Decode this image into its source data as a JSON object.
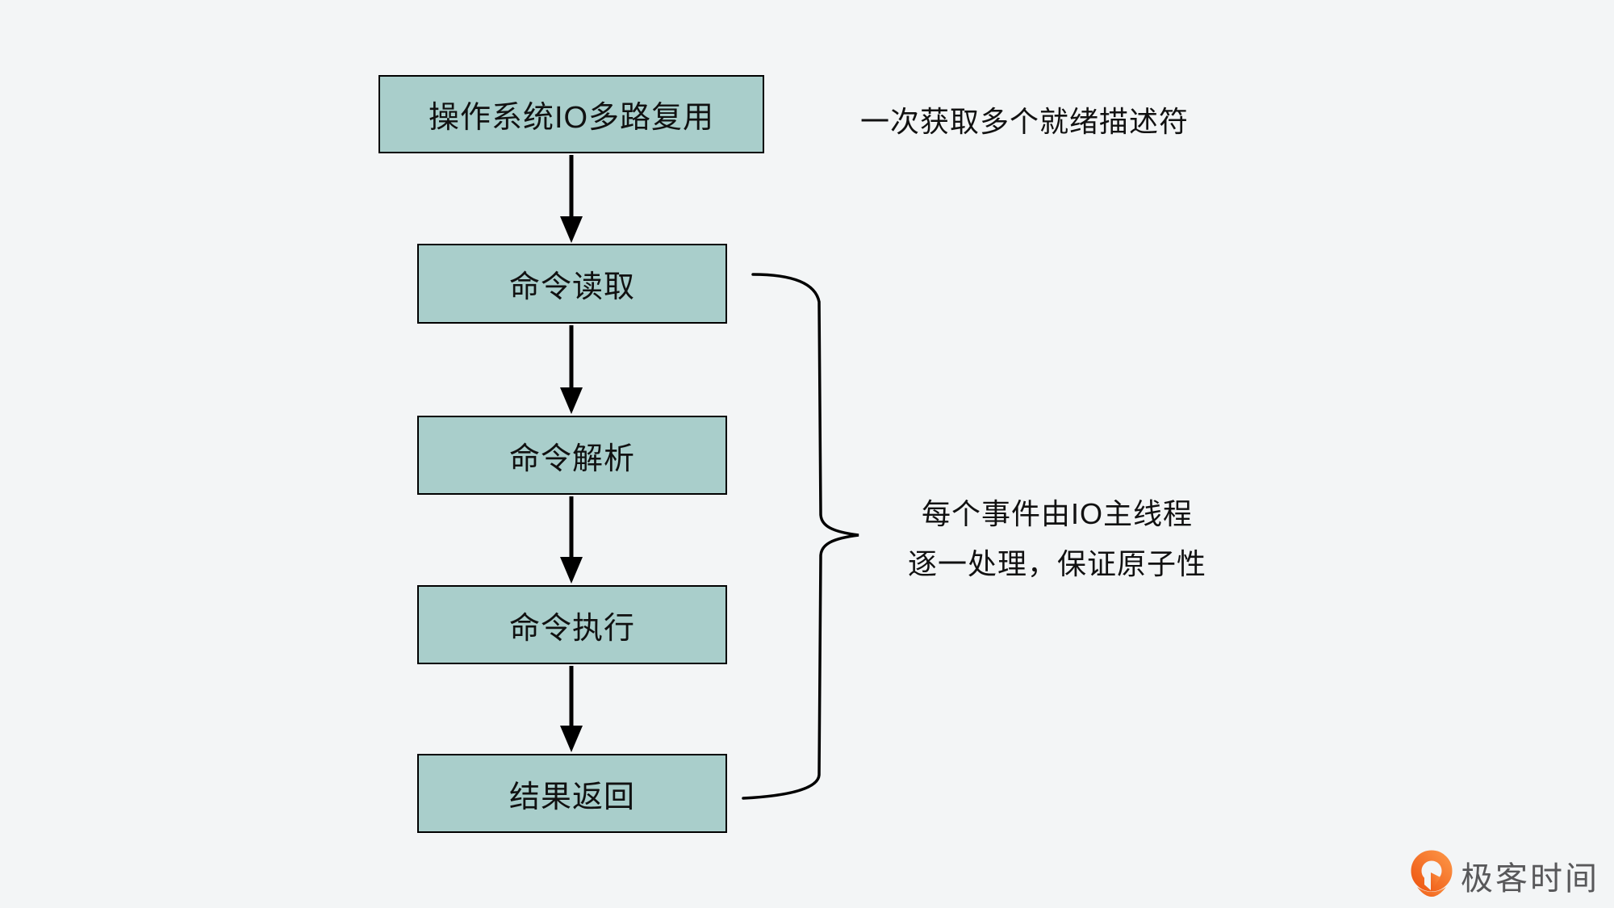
{
  "diagram": {
    "nodes": [
      {
        "id": "io-multiplexing",
        "label": "操作系统IO多路复用"
      },
      {
        "id": "command-read",
        "label": "命令读取"
      },
      {
        "id": "command-parse",
        "label": "命令解析"
      },
      {
        "id": "command-execute",
        "label": "命令执行"
      },
      {
        "id": "result-return",
        "label": "结果返回"
      }
    ],
    "edges": [
      {
        "from": "io-multiplexing",
        "to": "command-read"
      },
      {
        "from": "command-read",
        "to": "command-parse"
      },
      {
        "from": "command-parse",
        "to": "command-execute"
      },
      {
        "from": "command-execute",
        "to": "result-return"
      }
    ],
    "annotations": {
      "multiplexing_note": "一次获取多个就绪描述符",
      "atomicity_note_line1": "每个事件由IO主线程",
      "atomicity_note_line2": "逐一处理，保证原子性"
    },
    "brace_group": [
      "command-read",
      "command-parse",
      "command-execute",
      "result-return"
    ],
    "colors": {
      "background": "#f3f5f6",
      "node_fill": "#a9cecb",
      "node_border": "#000000",
      "arrow": "#000000",
      "text": "#111111"
    }
  },
  "branding": {
    "logo_text": "极客时间",
    "logo_orange": "#f26c1a",
    "logo_text_color": "#58585a"
  }
}
